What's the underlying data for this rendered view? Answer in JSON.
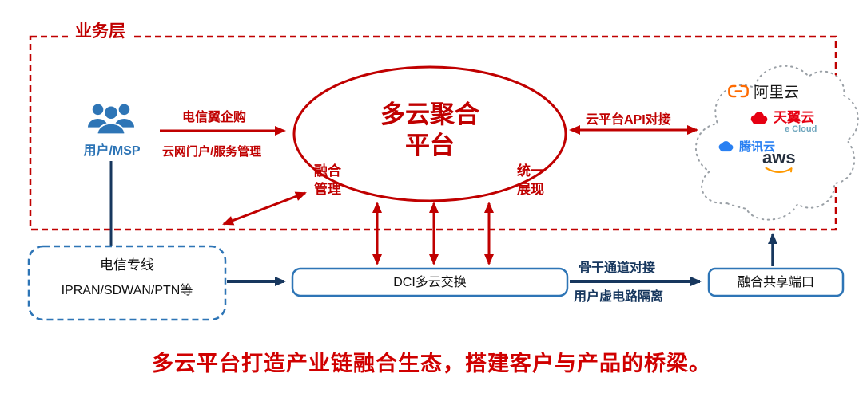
{
  "colors": {
    "red": "#C00000",
    "dark_blue": "#17375E",
    "box_blue": "#2E75B6",
    "alibaba_orange": "#FF6A00",
    "tianyi_red": "#E60012",
    "tencent_blue": "#2980F2",
    "aws_dark": "#252F3E",
    "aws_orange": "#FF9900"
  },
  "business_layer": {
    "label": "业务层"
  },
  "users": {
    "label": "用户/MSP"
  },
  "left_flow": {
    "top_label": "电信翼企购",
    "bottom_label": "云网门户/服务管理"
  },
  "platform": {
    "title_line1": "多云聚合",
    "title_line2": "平台",
    "fusion_line1": "融合",
    "fusion_line2": "管理",
    "unified_line1": "统一",
    "unified_line2": "展现"
  },
  "right_flow": {
    "api_label": "云平台API对接"
  },
  "cloud_providers": {
    "alibaba": "阿里云",
    "tianyi": "天翼云",
    "tianyi_sub": "e Cloud",
    "tencent": "腾讯云",
    "aws": "aws"
  },
  "telecom_box": {
    "line1": "电信专线",
    "line2": "IPRAN/SDWAN/PTN等"
  },
  "dci_box": {
    "label": "DCI多云交换"
  },
  "port_box": {
    "label": "融合共享端口"
  },
  "bottom_flow": {
    "backbone_label": "骨干通道对接",
    "isolation_label": "用户虚电路隔离"
  },
  "slogan": "多云平台打造产业链融合生态，搭建客户与产品的桥梁。"
}
